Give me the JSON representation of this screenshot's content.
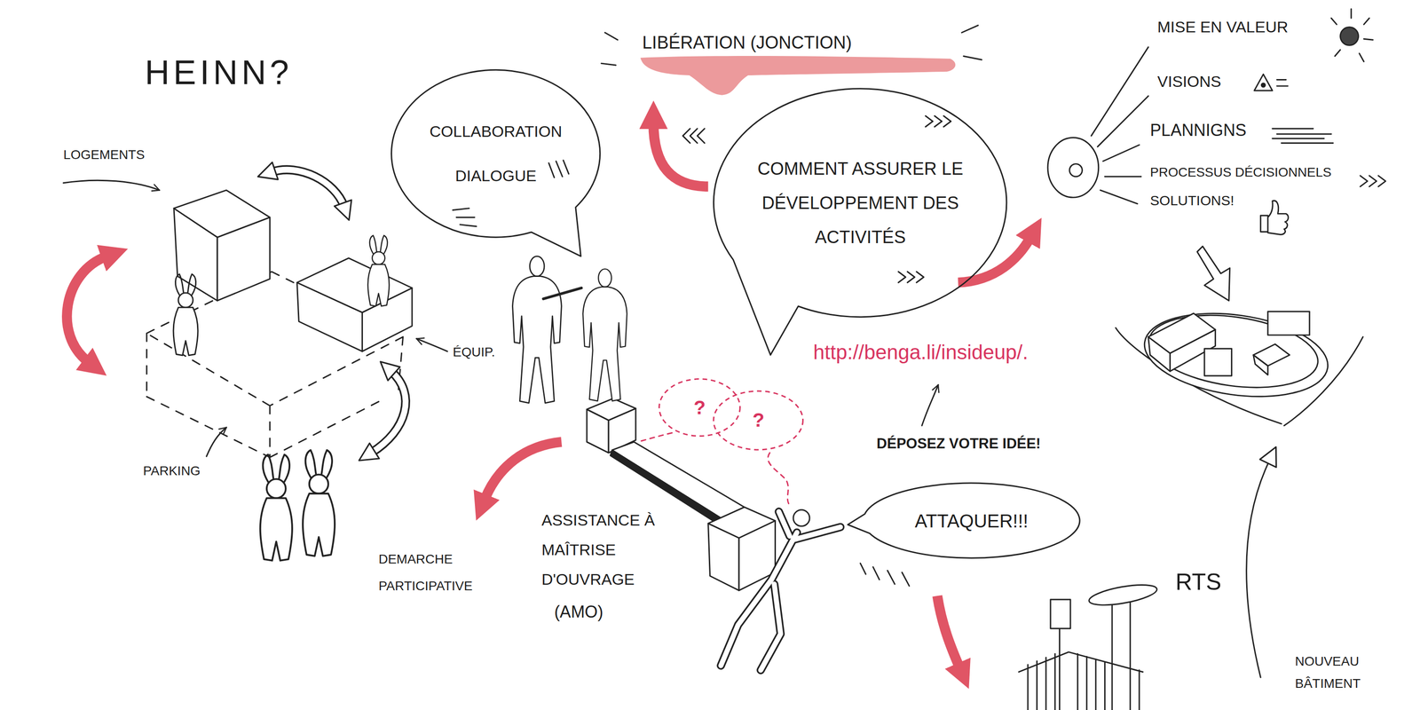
{
  "diagram": {
    "nodes": [
      {
        "text": [
          "COLLABORATION DIALOGUE"
        ]
      },
      {
        "text": [
          "LIBÉRATION (JONCTION)"
        ]
      },
      {
        "text": [
          "COMMENT ASSURER LE DÉVELOPPEMENT DES ACTIVITÉS"
        ]
      },
      {
        "text": [
          "?"
        ]
      },
      {
        "text": [
          "?"
        ]
      },
      {
        "text": [
          "ATTAQUER!!!"
        ]
      }
    ],
    "edges": [
      {
        "from": 2,
        "to": 1,
        "arrow": "to"
      }
    ],
    "labels": [
      "HEINN?",
      "LOGEMENTS",
      "ÉQUIP.",
      "PARKING",
      "DEMARCHE PARTICIPATIVE",
      "ASSISTANCE À MAÎTRISE D'OUVRAGE",
      "(AMO)",
      "http://benga.li/insideup/.",
      "DÉPOSEZ VOTRE IDÉE!",
      "MISE EN VALEUR",
      "VISIONS",
      "PLANNIGNS",
      "PROCESSUS DÉCISIONNELS",
      "SOLUTIONS!",
      "RTS",
      "NOUVEAU BÂTIMENT"
    ]
  }
}
